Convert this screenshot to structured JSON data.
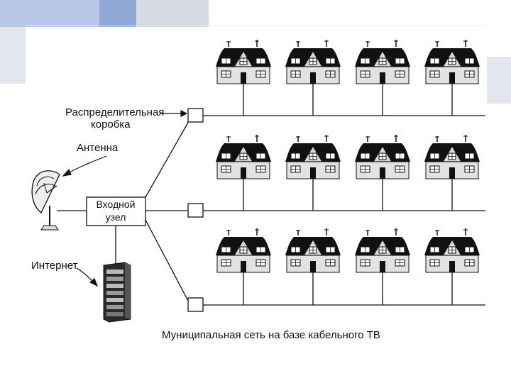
{
  "labels": {
    "distribution_box": [
      "Распределительная",
      "коробка"
    ],
    "antenna": "Антенна",
    "headend": [
      "Входной",
      "узел"
    ],
    "internet": "Интернет",
    "caption": "Муниципальная сеть на базе кабельного ТВ"
  },
  "network": {
    "distribution_boxes": 3,
    "houses_per_row": 4
  },
  "colors": {
    "slide_bar_blue": "#9ab1d9",
    "slide_bar_gray": "#d4d8de",
    "slide_side_gray": "#dfe3ea",
    "ink": "#111111"
  },
  "icons": [
    "satellite-dish-icon",
    "server-rack-icon",
    "house-icon",
    "junction-box-icon"
  ]
}
